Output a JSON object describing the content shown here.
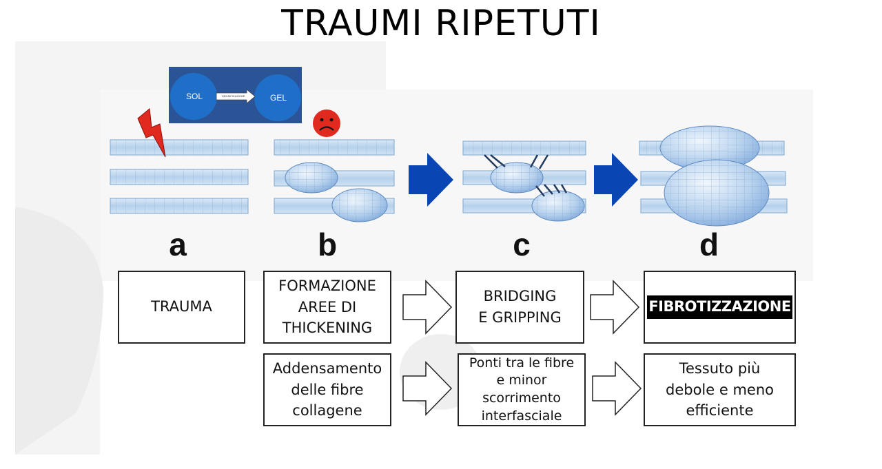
{
  "title": "TRAUMI RIPETUTI",
  "inset": {
    "left": "SOL",
    "right": "GEL",
    "arrow_text": "DENSIFICAZIONE"
  },
  "stages": [
    "a",
    "b",
    "c",
    "d"
  ],
  "row1": {
    "box1": "TRAUMA",
    "box2": "FORMAZIONE\nAREE DI\nTHICKENING",
    "box3": "BRIDGING\nE GRIPPING",
    "box4": "FIBROTIZZAZIONE"
  },
  "row2": {
    "box1": "Addensamento\ndelle fibre\ncollagene",
    "box2": "Ponti tra le fibre\ne minor\nscorrimento\ninterfasciale",
    "box3": "Tessuto più\ndebole e meno\nefficiente"
  },
  "colors": {
    "fiber": "#bcd6ee",
    "fiber_line": "#7ea6cc",
    "blue_arrow": "#0a45b4",
    "lightning": "#e02a20",
    "inset_bg": "#2b5496",
    "inset_circle": "#1f6fc8",
    "sad_face": "#e02a20"
  },
  "icons": [
    "lightning-icon",
    "sad-face-icon",
    "blue-arrow-icon",
    "outline-arrow-icon"
  ]
}
